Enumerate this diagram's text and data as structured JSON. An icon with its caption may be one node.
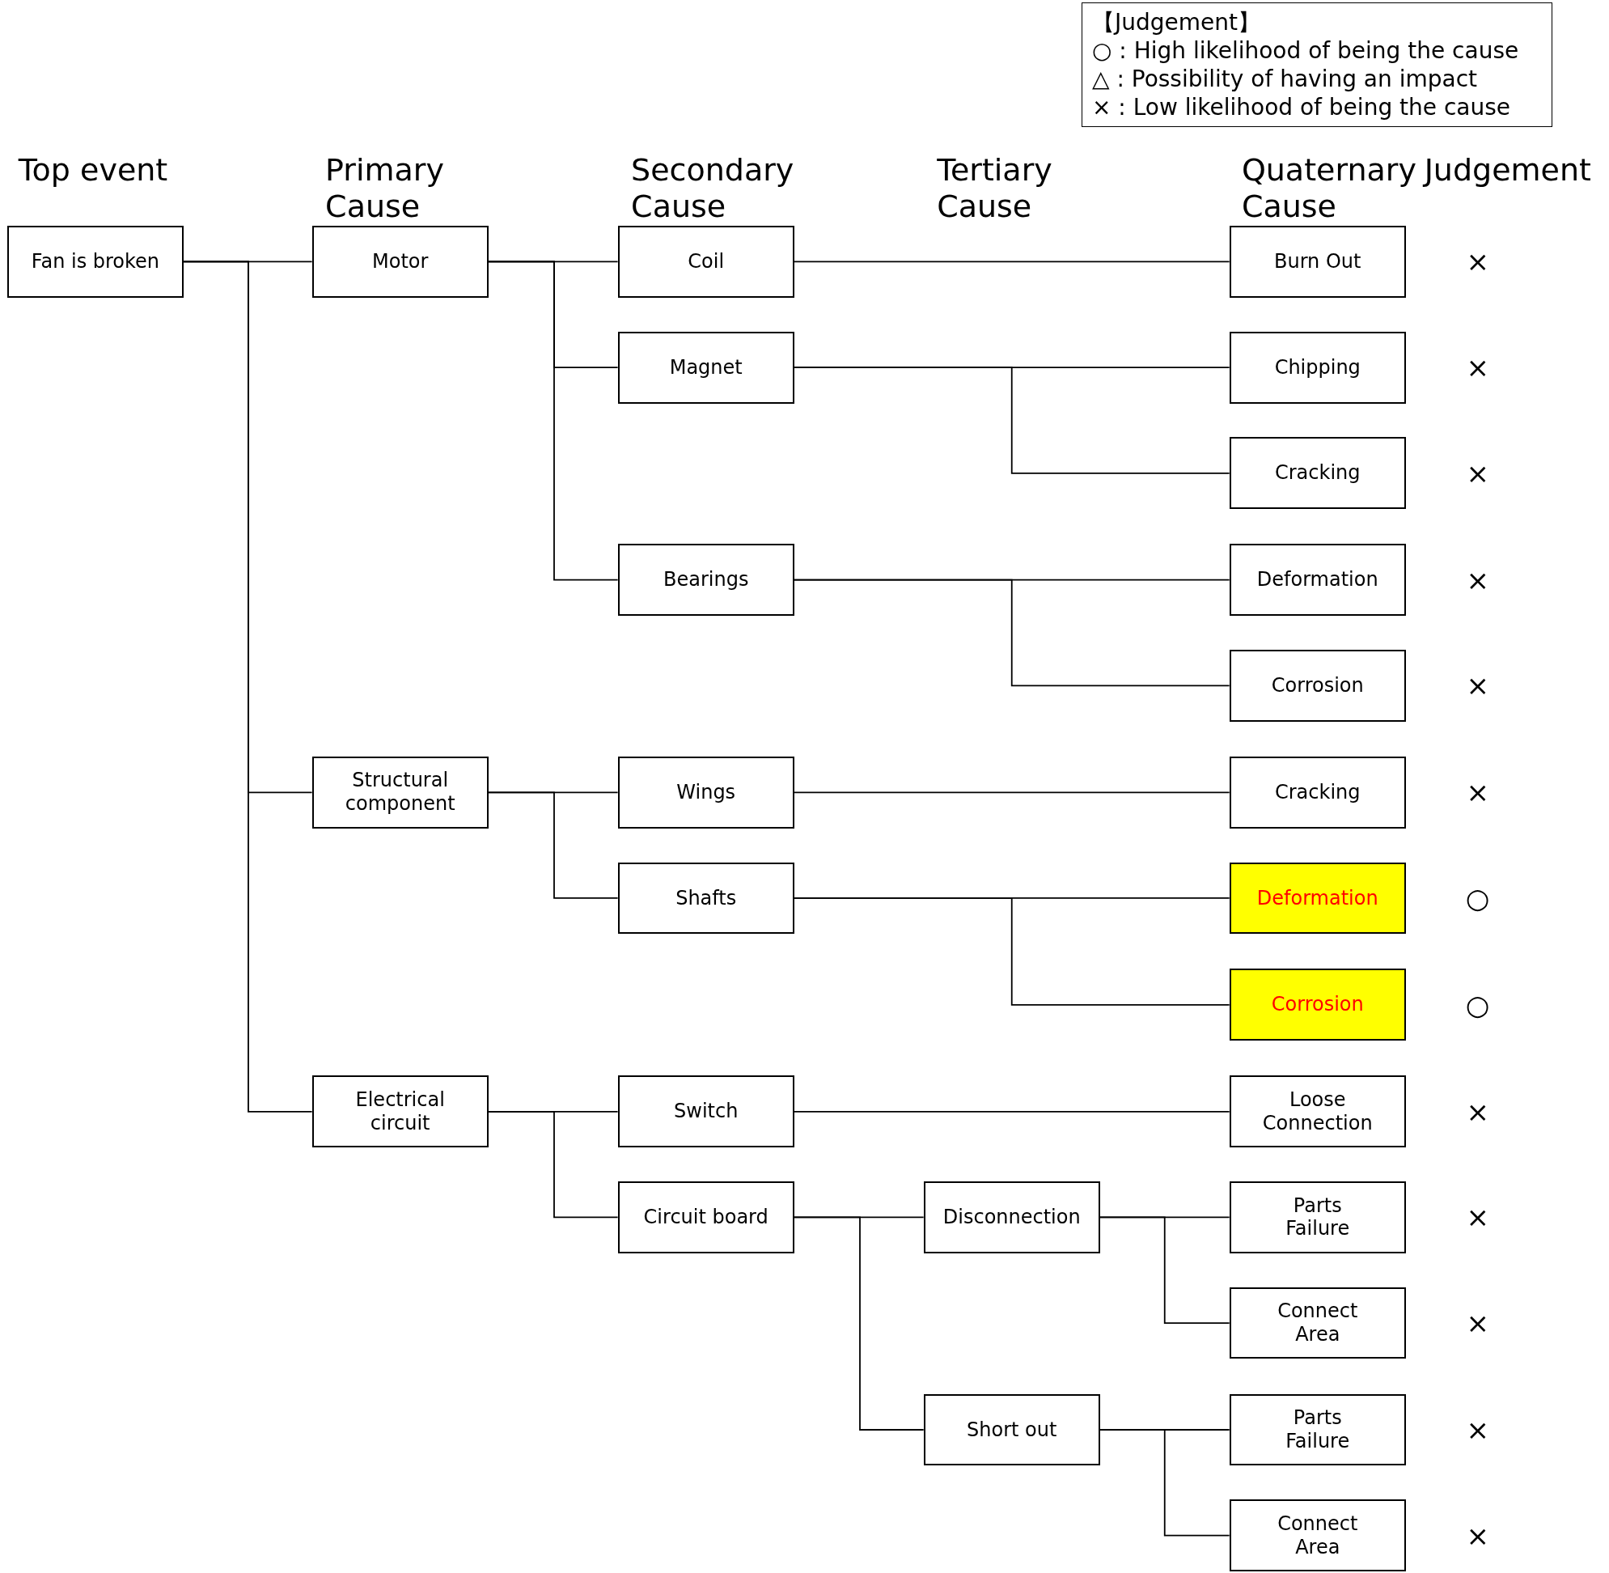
{
  "diagram": {
    "nodes": [
      {
        "text": [
          "【Judgement】",
          "○ : High likelihood of being the cause",
          "△ : Possibility of having an impact",
          "× : Low likelihood of being the cause"
        ]
      },
      {
        "text": [
          "Fan is broken"
        ]
      },
      {
        "text": [
          "Motor"
        ]
      },
      {
        "text": [
          "Structural component"
        ]
      },
      {
        "text": [
          "Electrical circuit"
        ]
      },
      {
        "text": [
          "Coil"
        ]
      },
      {
        "text": [
          "Magnet"
        ]
      },
      {
        "text": [
          "Bearings"
        ]
      },
      {
        "text": [
          "Wings"
        ]
      },
      {
        "text": [
          "Shafts"
        ]
      },
      {
        "text": [
          "Switch"
        ]
      },
      {
        "text": [
          "Circuit board"
        ]
      },
      {
        "text": [
          "Disconnection"
        ]
      },
      {
        "text": [
          "Short out"
        ]
      },
      {
        "text": [
          "Burn Out"
        ]
      },
      {
        "text": [
          "Chipping"
        ]
      },
      {
        "text": [
          "Cracking"
        ]
      },
      {
        "text": [
          "Deformation"
        ]
      },
      {
        "text": [
          "Corrosion"
        ]
      },
      {
        "text": [
          "Cracking"
        ]
      },
      {
        "text": [
          "Deformation"
        ]
      },
      {
        "text": [
          "Corrosion"
        ]
      },
      {
        "text": [
          "Loose Connection"
        ]
      },
      {
        "text": [
          "Parts Failure"
        ]
      },
      {
        "text": [
          "Connect Area"
        ]
      },
      {
        "text": [
          "Parts Failure"
        ]
      },
      {
        "text": [
          "Connect Area"
        ]
      }
    ],
    "edges": [
      {
        "from": 1,
        "to": 2,
        "arrow": "none"
      },
      {
        "from": 1,
        "to": 3,
        "arrow": "none"
      },
      {
        "from": 1,
        "to": 4,
        "arrow": "none"
      },
      {
        "from": 2,
        "to": 5,
        "arrow": "none"
      },
      {
        "from": 2,
        "to": 6,
        "arrow": "none"
      },
      {
        "from": 2,
        "to": 7,
        "arrow": "none"
      },
      {
        "from": 3,
        "to": 8,
        "arrow": "none"
      },
      {
        "from": 3,
        "to": 9,
        "arrow": "none"
      },
      {
        "from": 4,
        "to": 10,
        "arrow": "none"
      },
      {
        "from": 4,
        "to": 11,
        "arrow": "none"
      },
      {
        "from": 5,
        "to": 14,
        "arrow": "none"
      },
      {
        "from": 6,
        "to": 15,
        "arrow": "none"
      },
      {
        "from": 6,
        "to": 16,
        "arrow": "none"
      },
      {
        "from": 7,
        "to": 17,
        "arrow": "none"
      },
      {
        "from": 7,
        "to": 18,
        "arrow": "none"
      },
      {
        "from": 8,
        "to": 19,
        "arrow": "none"
      },
      {
        "from": 9,
        "to": 20,
        "arrow": "none"
      },
      {
        "from": 9,
        "to": 21,
        "arrow": "none"
      },
      {
        "from": 10,
        "to": 22,
        "arrow": "none"
      },
      {
        "from": 11,
        "to": 12,
        "arrow": "none"
      },
      {
        "from": 11,
        "to": 13,
        "arrow": "none"
      },
      {
        "from": 12,
        "to": 23,
        "arrow": "none"
      },
      {
        "from": 12,
        "to": 24,
        "arrow": "none"
      },
      {
        "from": 13,
        "to": 25,
        "arrow": "none"
      },
      {
        "from": 13,
        "to": 26,
        "arrow": "none"
      }
    ],
    "labels": [
      "Top event",
      "Primary Cause",
      "Secondary Cause",
      "Tertiary Cause",
      "Quaternary Cause",
      "Judgement",
      "×",
      "×",
      "×",
      "×",
      "×",
      "×",
      "○",
      "○",
      "×",
      "×",
      "×",
      "×",
      "×"
    ]
  }
}
